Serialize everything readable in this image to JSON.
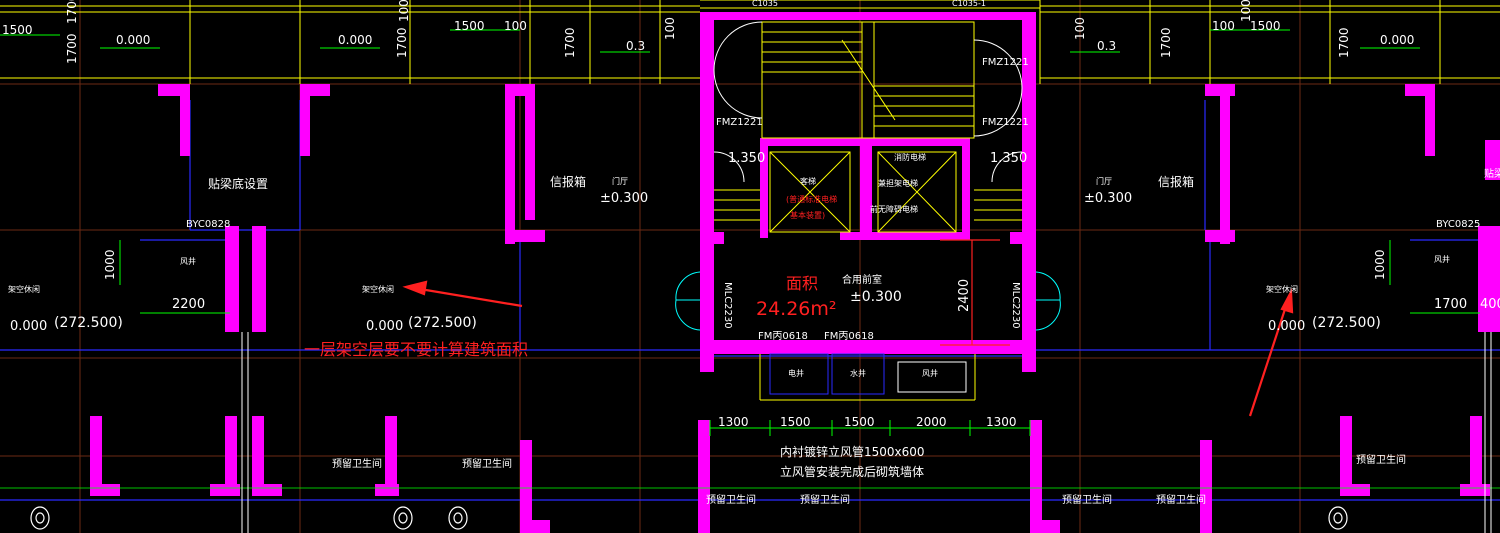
{
  "colors": {
    "background": "#000000",
    "wall_magenta": "#ff00ff",
    "line_yellow": "#ffff00",
    "line_green": "#00ff00",
    "line_blue": "#2a2aff",
    "line_cyan": "#00ffff",
    "text_white": "#ffffff",
    "text_red": "#ff2020",
    "grid_brown": "#6b2a14"
  },
  "top": {
    "window_a": "C1035",
    "window_b": "C1035-1",
    "dims": {
      "left_1500": "1500",
      "left_1700a": "1700",
      "left_1700b": "1700",
      "elev_0a": "0.000",
      "elev_0b": "0.000",
      "d1700c": "1700",
      "d1500": "1500",
      "d100a": "100",
      "d100b": "100",
      "d1700d": "1700",
      "elev_03a": "0.3",
      "d100c": "100",
      "d100d": "100",
      "elev_03b": "0.3",
      "d1700e": "1700",
      "d100e": "100",
      "d1500b": "1500",
      "d1700f": "1700",
      "elev_0c": "0.000",
      "d100f": "100"
    }
  },
  "stair": {
    "door_tr": "FMZ1221",
    "door_l": "FMZ1221",
    "door_r": "FMZ1221",
    "elev_l": "1.350",
    "elev_r": "1.350"
  },
  "elevator": {
    "left_title": "客梯",
    "left_note1": "(普通标准电梯",
    "left_note2": "基本装置)",
    "right_title": "消防电梯",
    "right_sub": "兼担架电梯",
    "right_note": "前无障碍电梯"
  },
  "hall": {
    "area_label": "面积",
    "area_value": "24.26m²",
    "lobby_label": "合用前室",
    "lobby_elev": "±0.300",
    "dim_2400": "2400",
    "door_left": "MLC2230",
    "door_right": "MLC2230",
    "fm_a": "FM丙0618",
    "fm_b": "FM丙0618",
    "shaft_elec": "电井",
    "shaft_water": "水井",
    "shaft_air": "风井"
  },
  "left_unit": {
    "beam_note": "贴梁底设置",
    "window_code": "BYC0828",
    "dim_1000": "1000",
    "shaft": "风井",
    "dim_2200": "2200",
    "open_space_a": "架空休闲",
    "open_space_b": "架空休闲",
    "elev_a": "0.000",
    "level_a": "(272.500)",
    "elev_b": "0.000",
    "level_b": "(272.500)",
    "mail_box": "信报箱",
    "entrance": "门厅",
    "entrance_elev": "±0.300"
  },
  "right_unit": {
    "mail_box": "信报箱",
    "entrance": "门厅",
    "entrance_elev": "±0.300",
    "window_code": "BYC0825",
    "dim_1000": "1000",
    "shaft": "风井",
    "dim_1700": "1700",
    "dim_400": "400",
    "open_space": "架空休闲",
    "elev": "0.000",
    "level": "(272.500)",
    "edge_text": "贴梁"
  },
  "bottom": {
    "dims": [
      "1300",
      "1500",
      "1500",
      "2000",
      "1300"
    ],
    "duct_note1": "内衬镀锌立风管1500x600",
    "duct_note2": "立风管安装完成后砌筑墙体",
    "bath_labels": [
      "预留卫生间",
      "预留卫生间",
      "预留卫生间",
      "预留卫生间",
      "预留卫生间",
      "预留卫生间",
      "预留卫生间"
    ]
  },
  "annotation": {
    "question": "一层架空层要不要计算建筑面积"
  }
}
